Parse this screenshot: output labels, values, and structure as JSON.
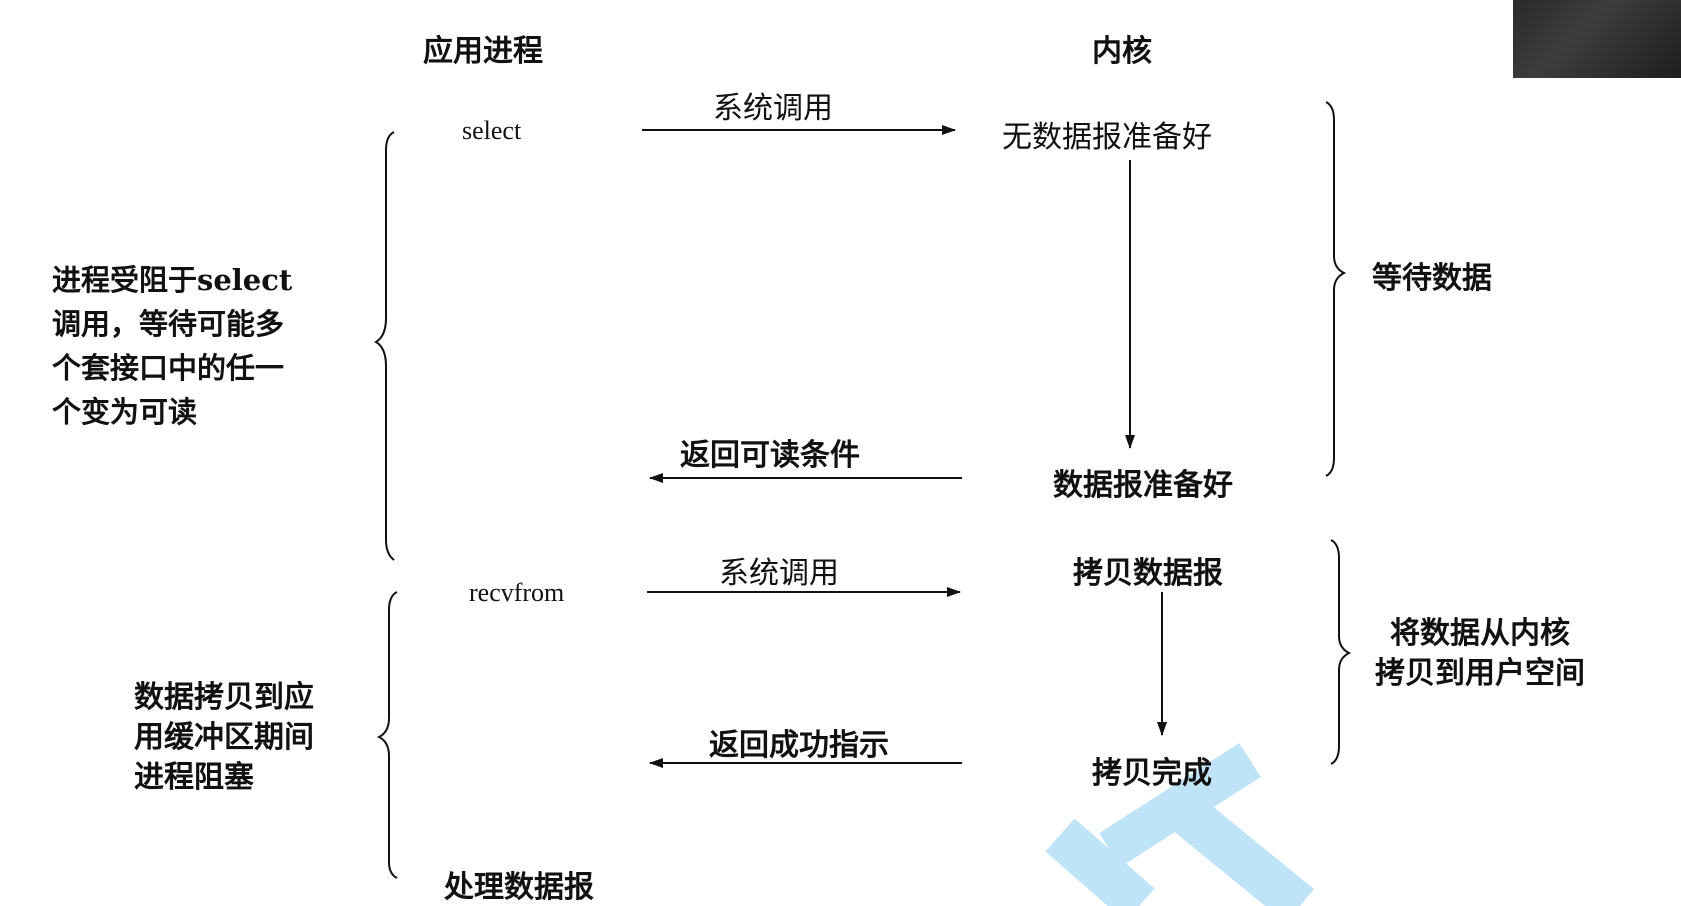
{
  "columns": {
    "app": "应用进程",
    "kernel": "内核"
  },
  "app_calls": {
    "select": "select",
    "recvfrom": "recvfrom",
    "process": "处理数据报"
  },
  "arrows": {
    "syscall_1": "系统调用",
    "return_readable": "返回可读条件",
    "syscall_2": "系统调用",
    "return_success": "返回成功指示"
  },
  "kernel_states": {
    "no_data": "无数据报准备好",
    "data_ready": "数据报准备好",
    "copying": "拷贝数据报",
    "copy_done": "拷贝完成"
  },
  "right_phases": {
    "wait": "等待数据",
    "copy": "将数据从内核\n拷贝到用户空间"
  },
  "left_notes": {
    "blocked_select": "进程受阻于select\n调用，等待可能多\n个套接口中的任一\n个变为可读",
    "blocked_copy": "数据拷贝到应\n用缓冲区期间\n进程阻塞"
  },
  "colors": {
    "ink": "#111111",
    "watermark": "#bfe3f7"
  }
}
